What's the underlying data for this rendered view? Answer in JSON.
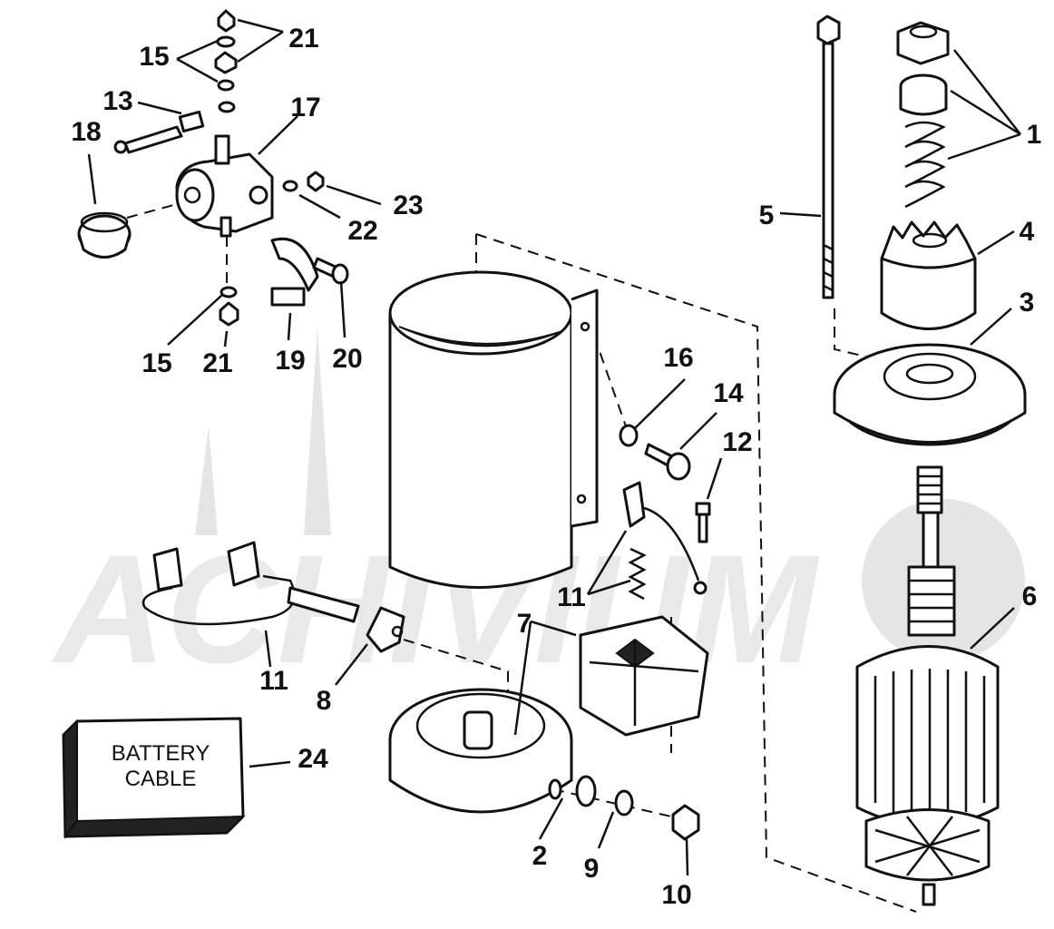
{
  "diagram": {
    "callouts": [
      "1",
      "2",
      "3",
      "4",
      "5",
      "6",
      "7",
      "8",
      "9",
      "10",
      "11",
      "12",
      "13",
      "14",
      "15",
      "16",
      "17",
      "18",
      "19",
      "20",
      "21",
      "22",
      "23",
      "24"
    ],
    "box_label": [
      "BATTERY",
      "CABLE"
    ],
    "watermark": "ACHIVIUM",
    "colors": {
      "ink": "#111111",
      "paper": "#ffffff",
      "watermark": "#dcdcdc"
    }
  }
}
